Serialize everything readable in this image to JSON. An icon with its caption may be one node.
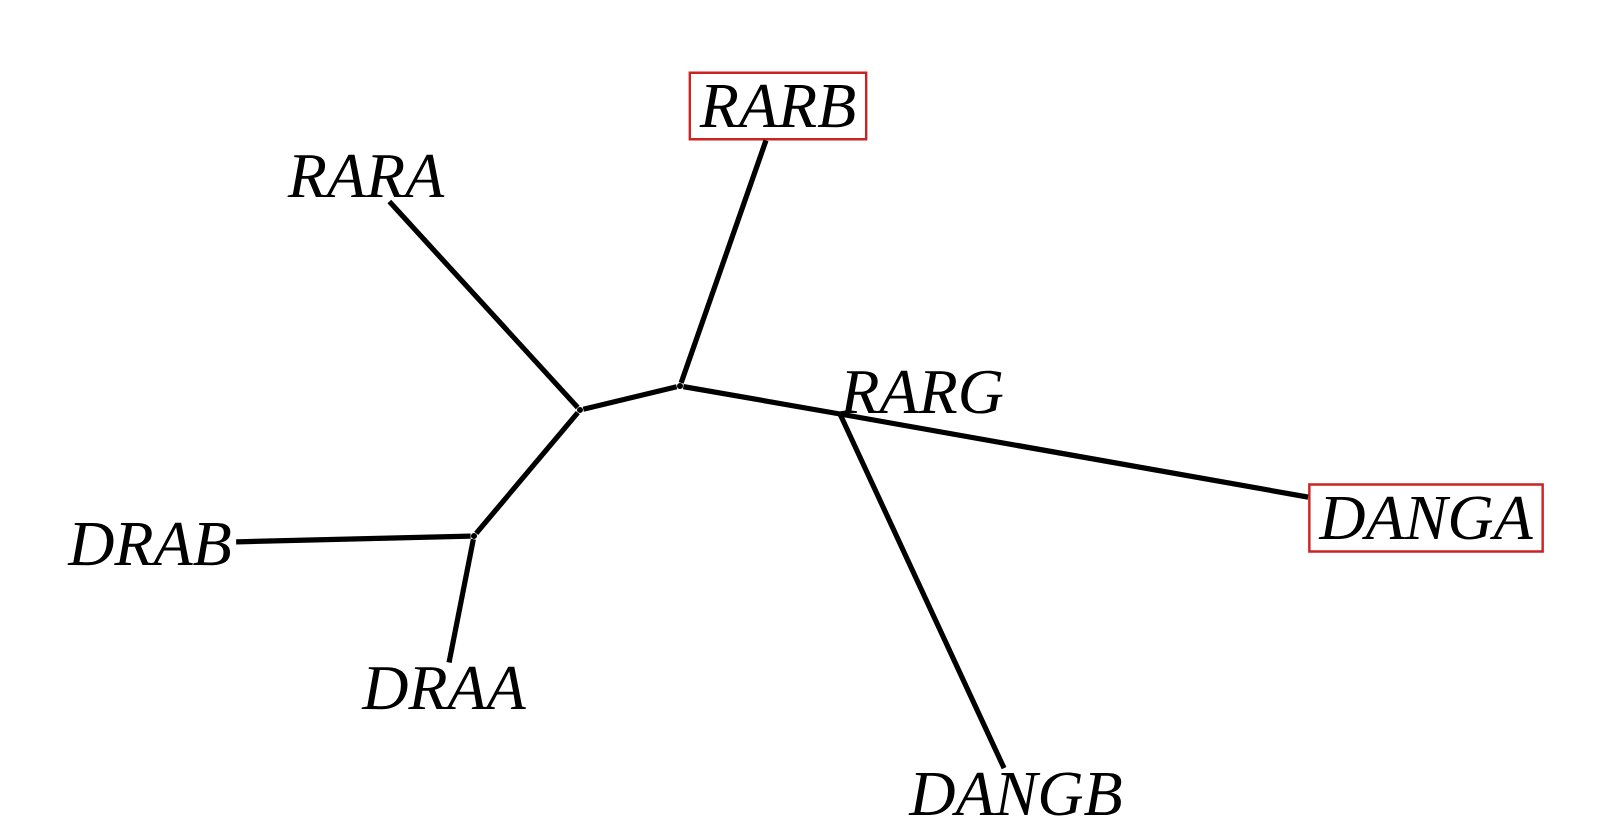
{
  "diagram": {
    "nodes": [
      {
        "text": [
          "RARB"
        ]
      },
      {
        "text": [
          "RARA"
        ]
      },
      {
        "text": [],
        "shape": "point"
      },
      {
        "text": [
          "RARG"
        ]
      },
      {
        "text": [],
        "shape": "point"
      },
      {
        "text": [
          "DRAB"
        ]
      },
      {
        "text": [
          "DANGA"
        ]
      },
      {
        "text": [],
        "shape": "point"
      },
      {
        "text": [
          "DRAA"
        ]
      },
      {
        "text": [
          "DANGB"
        ]
      }
    ],
    "edges": [
      {
        "from": 1,
        "to": 4,
        "arrow": "none"
      },
      {
        "from": 0,
        "to": 2,
        "arrow": "none"
      },
      {
        "from": 4,
        "to": 2,
        "arrow": "none"
      },
      {
        "from": 2,
        "to": 3,
        "arrow": "none"
      },
      {
        "from": 3,
        "to": 6,
        "arrow": "none"
      },
      {
        "from": 3,
        "to": 9,
        "arrow": "none"
      },
      {
        "from": 4,
        "to": 7,
        "arrow": "none"
      },
      {
        "from": 5,
        "to": 7,
        "arrow": "none"
      },
      {
        "from": 8,
        "to": 7,
        "arrow": "none"
      }
    ]
  }
}
